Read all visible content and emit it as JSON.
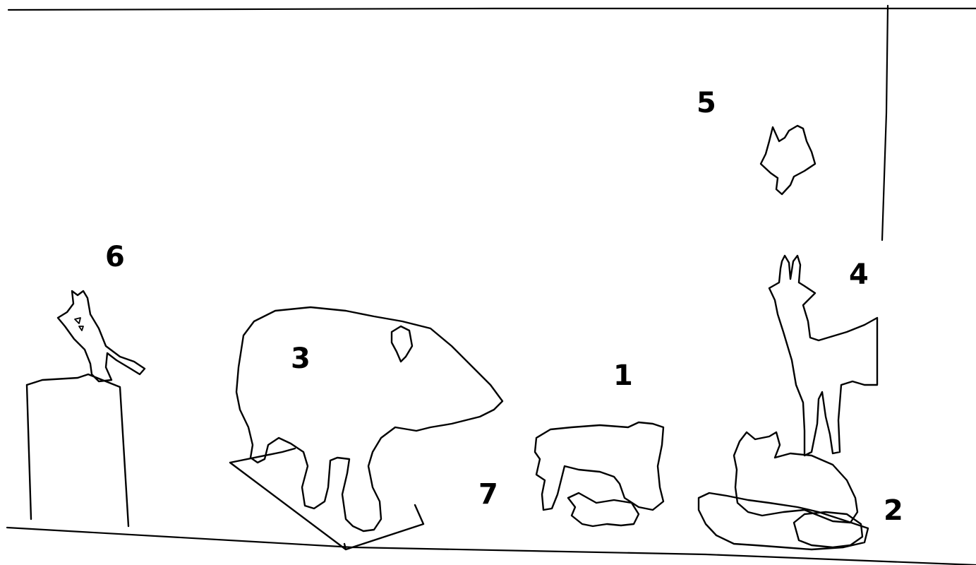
{
  "labels": {
    "n1": "1",
    "n2": "2",
    "n3": "3",
    "n4": "4",
    "n5": "5",
    "n6": "6",
    "n7": "7"
  },
  "colors": {
    "background": "#ffffff",
    "ink": "#000000"
  }
}
